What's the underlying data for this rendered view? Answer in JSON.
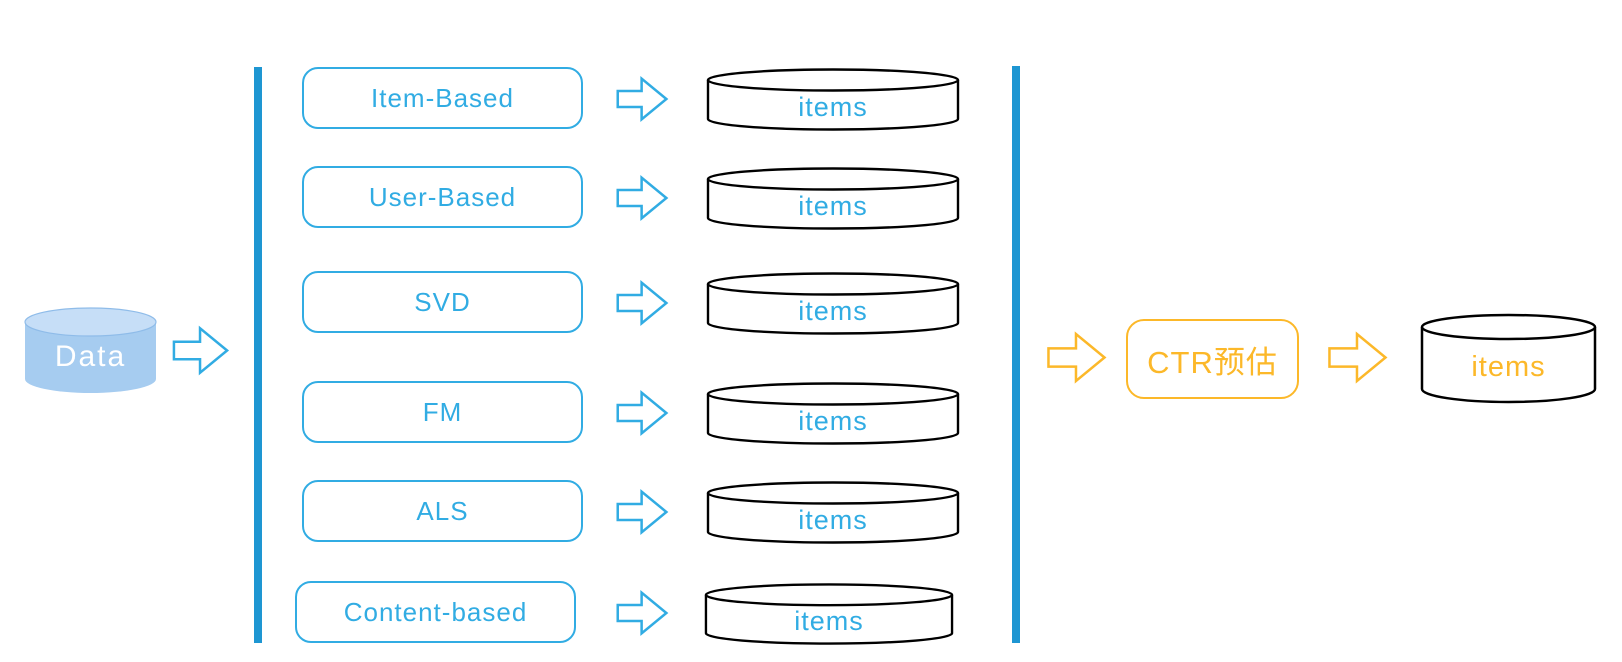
{
  "theme": {
    "background": "#FFFFFF",
    "blue_stroke": "#31ACE3",
    "blue_bar": "#1E96D2",
    "orange": "#FCB829",
    "data_body_fill": "#A6CCF0",
    "data_top_fill": "#C6DEF7",
    "data_rim": "#8FBCE9",
    "data_text": "#FFFFFF"
  },
  "diagram": {
    "source": {
      "label": "Data"
    },
    "recall_stage": {
      "rows": [
        {
          "label": "Item-Based",
          "output": "items"
        },
        {
          "label": "User-Based",
          "output": "items"
        },
        {
          "label": "SVD",
          "output": "items"
        },
        {
          "label": "FM",
          "output": "items"
        },
        {
          "label": "ALS",
          "output": "items"
        },
        {
          "label": "Content-based",
          "output": "items"
        }
      ]
    },
    "ranking_stage": {
      "model_label": "CTR预估",
      "output": "items"
    },
    "icons": {
      "flow_arrow": "block-arrow-right",
      "stage_divider": "vertical-bar",
      "datastore": "cylinder"
    }
  }
}
